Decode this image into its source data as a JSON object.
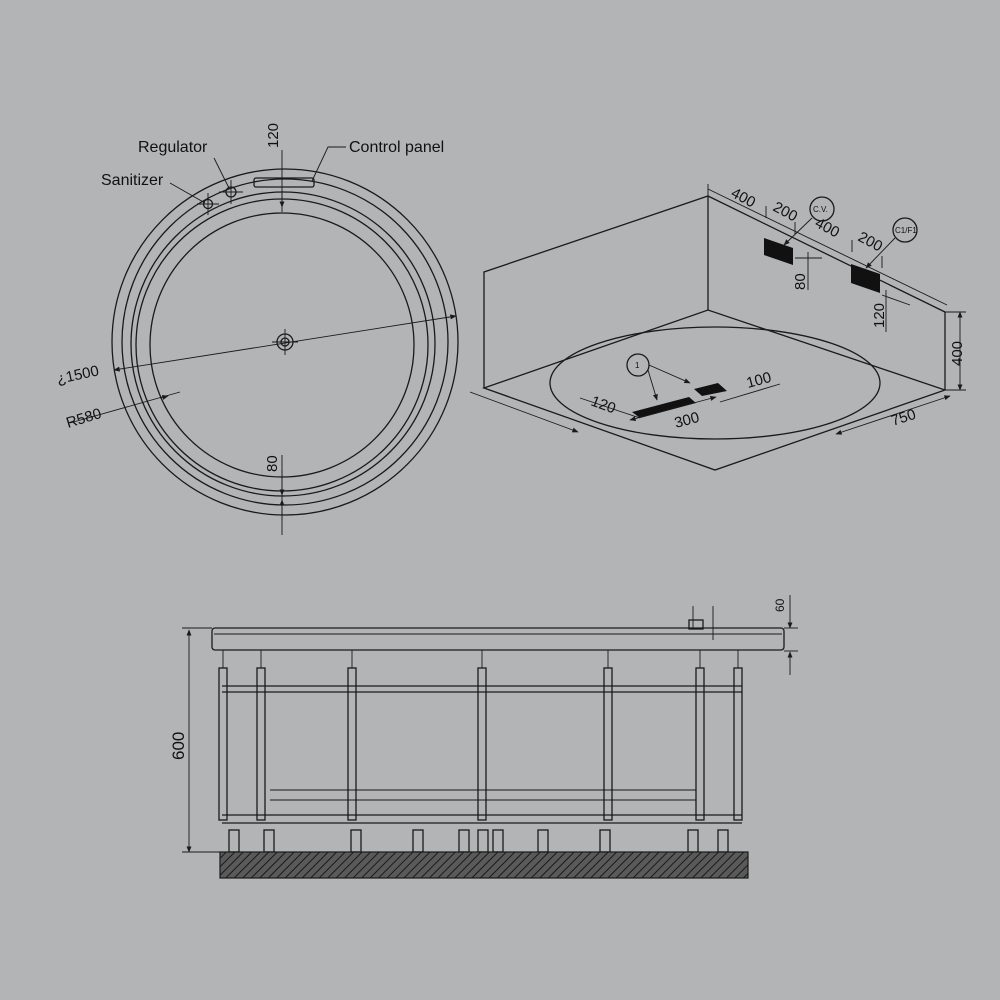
{
  "colors": {
    "background": "#b3b4b6",
    "ink": "#1a1a1a"
  },
  "top_view": {
    "labels": {
      "regulator": "Regulator",
      "sanitizer": "Sanitizer",
      "control_panel": "Control panel"
    },
    "dimensions": {
      "diameter": "¿1500",
      "radius": "R580",
      "top_offset": "120",
      "bottom_offset": "80"
    }
  },
  "iso_view": {
    "callouts": {
      "cv": "C.V.",
      "c1f1": "C1/F1",
      "one": "1"
    },
    "dimensions": {
      "wall_400_a": "400",
      "wall_200_a": "200",
      "wall_400_b": "400",
      "wall_200_b": "200",
      "wall_80": "80",
      "wall_120": "120",
      "height_400": "400",
      "depth_750": "750",
      "floor_100": "100",
      "floor_120": "120",
      "floor_300": "300"
    }
  },
  "side_view": {
    "dimensions": {
      "total_height": "600",
      "rim_height": "60"
    }
  }
}
